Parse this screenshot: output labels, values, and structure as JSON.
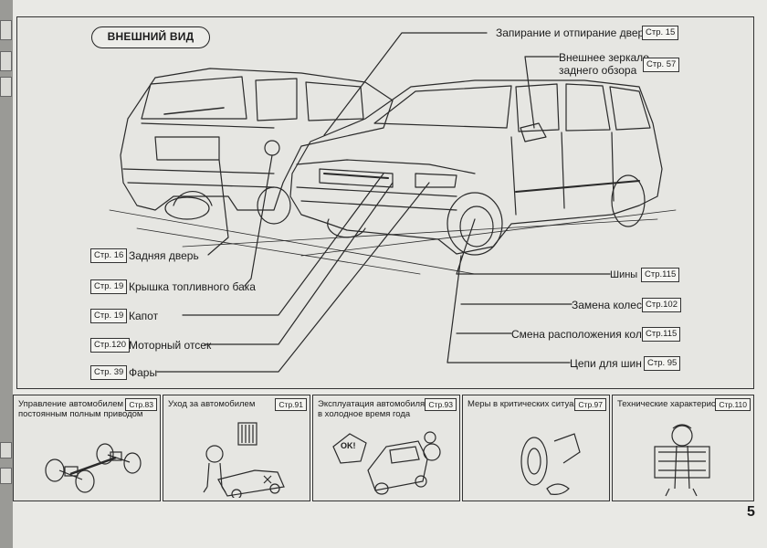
{
  "section_title": "ВНЕШНИЙ ВИД",
  "callouts": [
    {
      "id": "door-locks",
      "label": "Запирание и отпирание дверей",
      "ref": "Стр. 15"
    },
    {
      "id": "mirror",
      "label_line1": "Внешнее зеркало",
      "label_line2": "заднего обзора",
      "ref": "Стр. 57"
    },
    {
      "id": "tailgate",
      "label": "Задняя дверь",
      "ref": "Стр. 16"
    },
    {
      "id": "fuel-lid",
      "label": "Крышка топливного бака",
      "ref": "Стр. 19"
    },
    {
      "id": "hood",
      "label": "Капот",
      "ref": "Стр. 19"
    },
    {
      "id": "engine-bay",
      "label": "Моторный отсек",
      "ref": "Стр.120"
    },
    {
      "id": "headlights",
      "label": "Фары",
      "ref": "Стр. 39"
    },
    {
      "id": "tires",
      "label": "Шины",
      "ref": "Стр.115"
    },
    {
      "id": "wheel-change",
      "label": "Замена колес",
      "ref": "Стр.102"
    },
    {
      "id": "wheel-rotation",
      "label": "Смена расположения колес",
      "ref": "Стр.115"
    },
    {
      "id": "snow-chains",
      "label": "Цепи для шин",
      "ref": "Стр. 95"
    }
  ],
  "panels": [
    {
      "id": "awd",
      "title_line1": "Управление автомобилем с",
      "title_line2": "постоянным полным приводом",
      "ref": "Стр.83"
    },
    {
      "id": "care",
      "title_line1": "Уход за автомобилем",
      "title_line2": "",
      "ref": "Стр.91"
    },
    {
      "id": "cold",
      "title_line1": "Эксплуатация автомобиля",
      "title_line2": "в холодное время года",
      "ref": "Стр.93"
    },
    {
      "id": "emergency",
      "title_line1": "Меры в критических ситуациях",
      "title_line2": "",
      "ref": "Стр.97"
    },
    {
      "id": "specs",
      "title_line1": "Технические характеристики",
      "title_line2": "",
      "ref": "Стр.110"
    }
  ],
  "cartoon_text": "OK!",
  "page_number": "5"
}
